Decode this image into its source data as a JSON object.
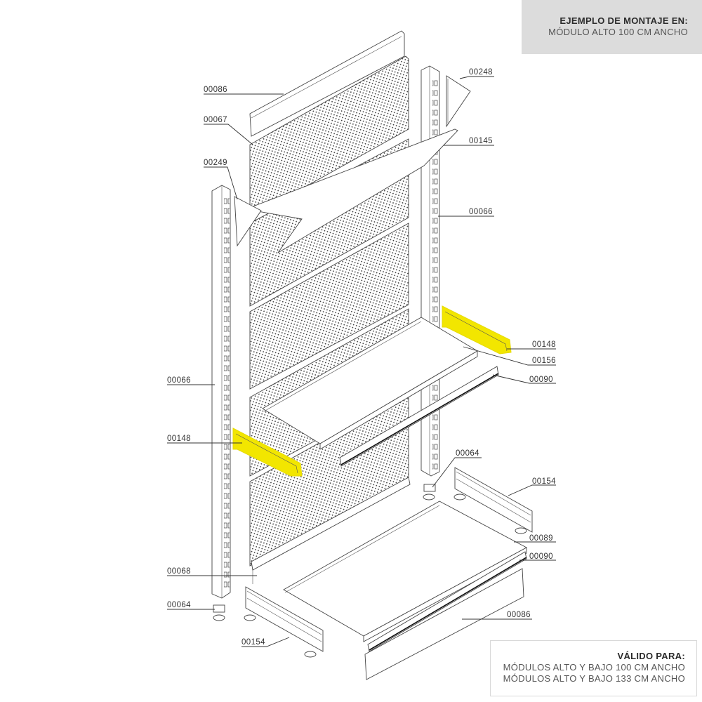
{
  "header_box": {
    "title": "EJEMPLO DE MONTAJE EN:",
    "subtitle": "MÓDULO ALTO 100 CM ANCHO"
  },
  "footer_box": {
    "title": "VÁLIDO PARA:",
    "line1": "MÓDULOS ALTO Y BAJO 100 CM ANCHO",
    "line2": "MÓDULOS ALTO Y BAJO 133 CM ANCHO"
  },
  "colors": {
    "highlight": "#f2e600",
    "header_bg": "#dcdcdc",
    "line": "#333333"
  },
  "part_labels": [
    {
      "id": "label-00086-top",
      "code": "00086",
      "side": "left"
    },
    {
      "id": "label-00067",
      "code": "00067",
      "side": "left"
    },
    {
      "id": "label-00249",
      "code": "00249",
      "side": "left"
    },
    {
      "id": "label-00066-left",
      "code": "00066",
      "side": "left"
    },
    {
      "id": "label-00148-left",
      "code": "00148",
      "side": "left",
      "highlighted": true
    },
    {
      "id": "label-00068",
      "code": "00068",
      "side": "left"
    },
    {
      "id": "label-00064-left",
      "code": "00064",
      "side": "left"
    },
    {
      "id": "label-00154-left",
      "code": "00154",
      "side": "left"
    },
    {
      "id": "label-00248",
      "code": "00248",
      "side": "right"
    },
    {
      "id": "label-00145",
      "code": "00145",
      "side": "right"
    },
    {
      "id": "label-00066-right",
      "code": "00066",
      "side": "right"
    },
    {
      "id": "label-00148-right",
      "code": "00148",
      "side": "right",
      "highlighted": true
    },
    {
      "id": "label-00156",
      "code": "00156",
      "side": "right"
    },
    {
      "id": "label-00090-top",
      "code": "00090",
      "side": "right"
    },
    {
      "id": "label-00064-right",
      "code": "00064",
      "side": "right"
    },
    {
      "id": "label-00154-right",
      "code": "00154",
      "side": "right"
    },
    {
      "id": "label-00089",
      "code": "00089",
      "side": "right"
    },
    {
      "id": "label-00090-bottom",
      "code": "00090",
      "side": "right"
    },
    {
      "id": "label-00086-bottom",
      "code": "00086",
      "side": "right"
    }
  ]
}
